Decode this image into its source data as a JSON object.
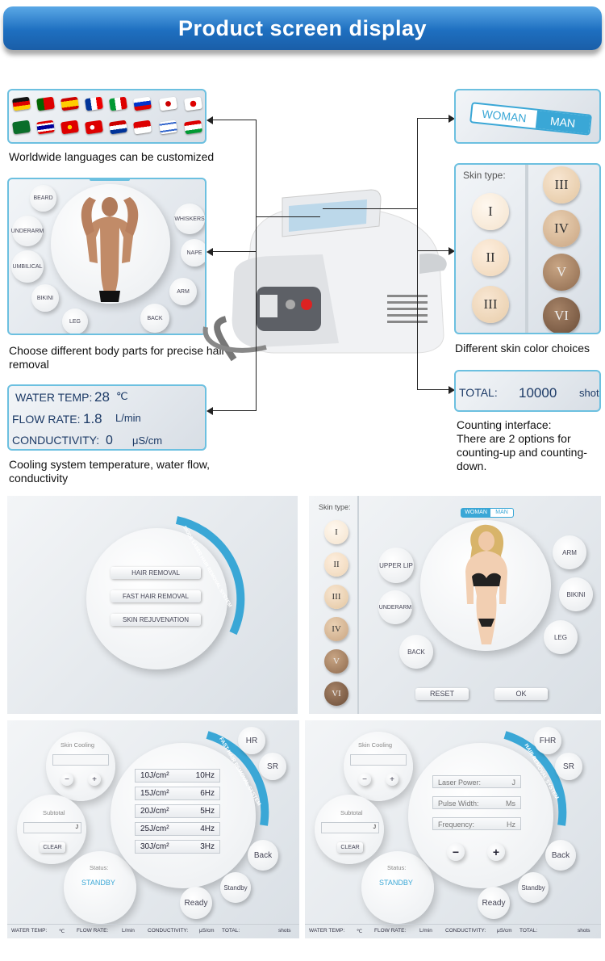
{
  "banner": {
    "title": "Product screen display"
  },
  "captions": {
    "languages": "Worldwide languages can be customized",
    "body_parts": "Choose different body parts for precise hair removal",
    "cooling": "Cooling system temperature, water flow, conductivity",
    "skin_color": "Different skin color choices",
    "counting": "Counting interface:\nThere are 2 options for counting-up and counting-down."
  },
  "flags": [
    "germany",
    "portugal",
    "spain",
    "france",
    "italy",
    "russia",
    "korea",
    "japan",
    "saudi",
    "thailand",
    "vietnam",
    "turkey",
    "netherlands",
    "indonesia",
    "israel",
    "tajikistan"
  ],
  "body_panel": {
    "parts": [
      "BEARD",
      "WHISKERS",
      "UNDERARM",
      "NAPE",
      "UMBILICAL",
      "ARM",
      "BIKINI",
      "BACK",
      "LEG"
    ]
  },
  "cooling_panel": {
    "water_temp_label": "WATER TEMP:",
    "water_temp_value": "28",
    "water_temp_unit": "℃",
    "flow_rate_label": "FLOW RATE:",
    "flow_rate_value": "1.8",
    "flow_rate_unit": "L/min",
    "conductivity_label": "CONDUCTIVITY:",
    "conductivity_value": "0",
    "conductivity_unit": "μS/cm"
  },
  "gender_panel": {
    "woman": "WOMAN",
    "man": "MAN"
  },
  "skin_panel": {
    "title": "Skin type:",
    "types": [
      "I",
      "II",
      "III",
      "III",
      "IV",
      "V",
      "VI"
    ]
  },
  "total_panel": {
    "label": "TOTAL:",
    "value": "10000",
    "unit": "shot"
  },
  "mode_screen": {
    "arc_title": "DIODE LASER HAIR REMOVAL SYSTEM",
    "options": [
      "HAIR REMOVAL",
      "FAST HAIR REMOVAL",
      "SKIN REJUVENATION"
    ]
  },
  "select_screen": {
    "skin_title": "Skin type:",
    "skin_types": [
      "I",
      "II",
      "III",
      "IV",
      "V",
      "VI"
    ],
    "woman": "WOMAN",
    "man": "MAN",
    "parts": [
      "UPPER LIP",
      "ARM",
      "UNDERARM",
      "BIKINI",
      "BACK",
      "LEG"
    ],
    "reset": "RESET",
    "ok": "OK"
  },
  "fast_screen": {
    "arc_title": "FAST HAIR REMOVAL SYSTEM",
    "skin_cooling": "Skin Cooling",
    "subtotal": "Subtotal",
    "subtotal_unit": "J",
    "clear": "CLEAR",
    "status_label": "Status:",
    "status_value": "STANDBY",
    "settings": [
      {
        "energy": "10J/cm²",
        "freq": "10Hz"
      },
      {
        "energy": "15J/cm²",
        "freq": "6Hz"
      },
      {
        "energy": "20J/cm²",
        "freq": "5Hz"
      },
      {
        "energy": "25J/cm²",
        "freq": "4Hz"
      },
      {
        "energy": "30J/cm²",
        "freq": "3Hz"
      }
    ],
    "hr": "HR",
    "sr": "SR",
    "back": "Back",
    "standby": "Standby",
    "ready": "Ready",
    "bottom": {
      "water": "WATER TEMP:",
      "c": "℃",
      "flow": "FLOW RATE:",
      "lmin": "L/min",
      "cond": "CONDUCTIVITY:",
      "us": "μS/cm",
      "total": "TOTAL:",
      "shots": "shots"
    }
  },
  "hr_screen": {
    "arc_title": "HAIR REMOVAL SYSTEM",
    "skin_cooling": "Skin Cooling",
    "subtotal": "Subtotal",
    "subtotal_unit": "J",
    "clear": "CLEAR",
    "status_label": "Status:",
    "status_value": "STANDBY",
    "laser_power": "Laser Power:",
    "laser_power_unit": "J",
    "pulse_width": "Pulse Width:",
    "pulse_width_unit": "Ms",
    "frequency": "Frequency:",
    "frequency_unit": "Hz",
    "minus": "−",
    "plus": "+",
    "fhr": "FHR",
    "sr": "SR",
    "back": "Back",
    "standby": "Standby",
    "ready": "Ready",
    "bottom": {
      "water": "WATER TEMP:",
      "c": "℃",
      "flow": "FLOW RATE:",
      "lmin": "L/min",
      "cond": "CONDUCTIVITY:",
      "us": "μS/cm",
      "total": "TOTAL:",
      "shots": "shots"
    }
  },
  "colors": {
    "accent": "#3aa7d6",
    "lcd_text": "#1c3a66",
    "banner": "#1e6fc0"
  }
}
